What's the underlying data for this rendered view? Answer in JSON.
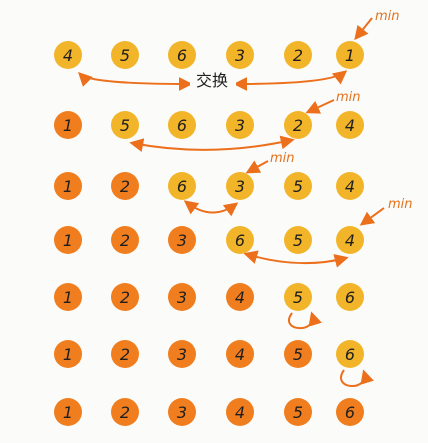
{
  "colors": {
    "unsorted": "#f2b52a",
    "sorted": "#f07e1f",
    "accent": "#ec6f1b",
    "text": "#1f1f1f"
  },
  "swap_label": "交换",
  "min_label": "min",
  "rows": [
    {
      "values": [
        "4",
        "5",
        "6",
        "3",
        "2",
        "1"
      ],
      "sorted_count": 0
    },
    {
      "values": [
        "1",
        "5",
        "6",
        "3",
        "2",
        "4"
      ],
      "sorted_count": 1
    },
    {
      "values": [
        "1",
        "2",
        "6",
        "3",
        "5",
        "4"
      ],
      "sorted_count": 2
    },
    {
      "values": [
        "1",
        "2",
        "3",
        "6",
        "5",
        "4"
      ],
      "sorted_count": 3
    },
    {
      "values": [
        "1",
        "2",
        "3",
        "4",
        "5",
        "6"
      ],
      "sorted_count": 4
    },
    {
      "values": [
        "1",
        "2",
        "3",
        "4",
        "5",
        "6"
      ],
      "sorted_count": 5
    },
    {
      "values": [
        "1",
        "2",
        "3",
        "4",
        "5",
        "6"
      ],
      "sorted_count": 6
    }
  ]
}
